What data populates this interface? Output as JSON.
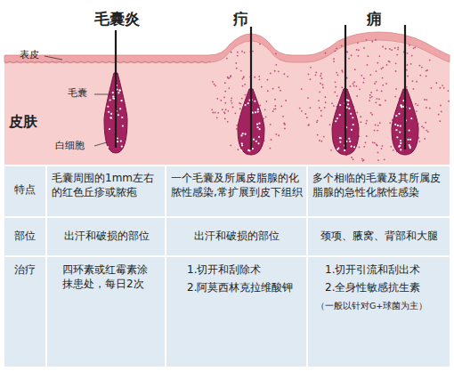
{
  "diagram": {
    "labels": [
      "毛囊炎",
      "疖",
      "痈",
      "表皮",
      "毛囊",
      "皮肤",
      "白细胞",
      "特点",
      "毛囊周围的1mm左右的红色丘疹或脓疱",
      "一个毛囊及所属皮脂腺的化脓性感染,常扩展到皮下组织",
      "多个相临的毛囊及其所属皮脂腺的急性化脓性感染",
      "部位",
      "出汗和破损的部位",
      "出汗和破损的部位",
      "颈项、腋窝、背部和大腿",
      "治疗",
      "四环素或红霉素涂抹患处，每日2次",
      "1.切开和刮除术",
      "2.阿莫西林克拉维酸钾",
      "1.切开引流和刮出术",
      "2.全身性敏感抗生素",
      "（一般以针对G+球菌为主）"
    ]
  }
}
